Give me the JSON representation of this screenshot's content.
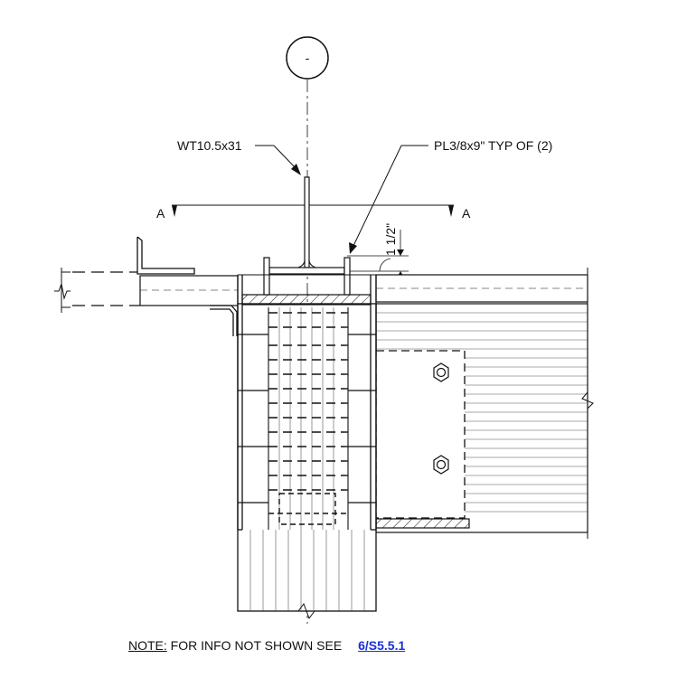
{
  "grid_bubble": {
    "label": "-"
  },
  "callouts": {
    "wt_member": "WT10.5x31",
    "plate": "PL3/8x9\" TYP OF (2)",
    "dimension": "1 1/2\""
  },
  "section_cut": {
    "left": "A",
    "right": "A"
  },
  "note": {
    "label": "NOTE:",
    "text": "FOR INFO NOT SHOWN SEE",
    "reference": "6/S5.5.1"
  },
  "colors": {
    "line": "#111111",
    "link": "#1a2fd6"
  }
}
